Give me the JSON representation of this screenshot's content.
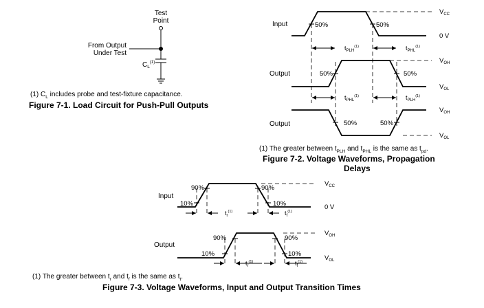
{
  "fig1": {
    "test_point_line1": "Test",
    "test_point_line2": "Point",
    "from_output_line1": "From Output",
    "from_output_line2": "Under Test",
    "cl_label": "C",
    "cl_sub": "L",
    "cl_ref": "(1)",
    "footnote_pre": "(1) C",
    "footnote_sub": "L",
    "footnote_post": " includes probe and test-fixture capacitance.",
    "caption": "Figure 7-1. Load Circuit for Push-Pull Outputs"
  },
  "fig2": {
    "input_label": "Input",
    "output_label": "Output",
    "output2_label": "Output",
    "vcc": "V",
    "vcc_sub": "CC",
    "zero_v": "0 V",
    "voh": "V",
    "voh_sub": "OH",
    "vol": "V",
    "vol_sub": "OL",
    "pct50": "50%",
    "t": "t",
    "plh": "PLH",
    "phl": "PHL",
    "ref": "(1)",
    "footnote_a": "(1) The greater between t",
    "footnote_b": "PLH",
    "footnote_c": " and t",
    "footnote_d": "PHL",
    "footnote_e": " is the same as t",
    "footnote_f": "pd",
    "footnote_g": ".",
    "caption_line1": "Figure 7-2. Voltage Waveforms, Propagation",
    "caption_line2": "Delays"
  },
  "fig3": {
    "input_label": "Input",
    "output_label": "Output",
    "vcc": "V",
    "vcc_sub": "CC",
    "zero_v": "0 V",
    "voh": "V",
    "voh_sub": "OH",
    "vol": "V",
    "vol_sub": "OL",
    "pct90": "90%",
    "pct10": "10%",
    "tr": "t",
    "tr_sub": "r",
    "tf": "t",
    "tf_sub": "f",
    "ref": "(1)",
    "footnote_a": "(1) The greater between t",
    "footnote_b": "r",
    "footnote_c": " and t",
    "footnote_d": "f",
    "footnote_e": " is the same as t",
    "footnote_f": "t",
    "footnote_g": ".",
    "caption": "Figure 7-3. Voltage Waveforms, Input and Output Transition Times"
  }
}
